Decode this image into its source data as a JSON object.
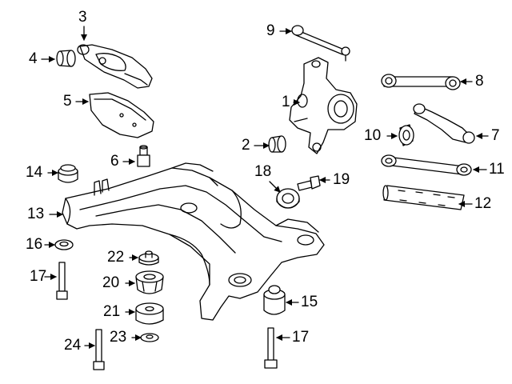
{
  "diagram": {
    "callouts": [
      {
        "id": "c1",
        "label": "1"
      },
      {
        "id": "c2",
        "label": "2"
      },
      {
        "id": "c3",
        "label": "3"
      },
      {
        "id": "c4",
        "label": "4"
      },
      {
        "id": "c5",
        "label": "5"
      },
      {
        "id": "c6",
        "label": "6"
      },
      {
        "id": "c7",
        "label": "7"
      },
      {
        "id": "c8",
        "label": "8"
      },
      {
        "id": "c9",
        "label": "9"
      },
      {
        "id": "c10",
        "label": "10"
      },
      {
        "id": "c11",
        "label": "11"
      },
      {
        "id": "c12",
        "label": "12"
      },
      {
        "id": "c13",
        "label": "13"
      },
      {
        "id": "c14",
        "label": "14"
      },
      {
        "id": "c15",
        "label": "15"
      },
      {
        "id": "c16",
        "label": "16"
      },
      {
        "id": "c17a",
        "label": "17"
      },
      {
        "id": "c17b",
        "label": "17"
      },
      {
        "id": "c18",
        "label": "18"
      },
      {
        "id": "c19",
        "label": "19"
      },
      {
        "id": "c20",
        "label": "20"
      },
      {
        "id": "c21",
        "label": "21"
      },
      {
        "id": "c22",
        "label": "22"
      },
      {
        "id": "c23",
        "label": "23"
      },
      {
        "id": "c24",
        "label": "24"
      }
    ]
  }
}
